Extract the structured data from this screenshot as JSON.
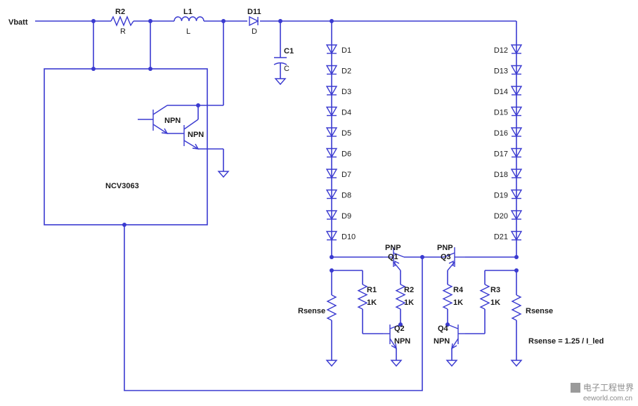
{
  "colors": {
    "wire": "#3a3ad0",
    "text": "#1a1a1a"
  },
  "labels": {
    "vbatt": "Vbatt",
    "r2_ref": "R2",
    "r2_val": "R",
    "l1_ref": "L1",
    "l1_val": "L",
    "d11_ref": "D11",
    "d11_val": "D",
    "c1_ref": "C1",
    "c1_val": "C",
    "npn_a": "NPN",
    "npn_b": "NPN",
    "ic_name": "NCV3063",
    "q1_type": "PNP",
    "q1_ref": "Q1",
    "q3_type": "PNP",
    "q3_ref": "Q3",
    "r1_ref": "R1",
    "r1_val": "1K",
    "r2b_ref": "R2",
    "r2b_val": "1K",
    "r4_ref": "R4",
    "r4_val": "1K",
    "r3_ref": "R3",
    "r3_val": "1K",
    "rsense_left": "Rsense",
    "rsense_right": "Rsense",
    "q2_ref": "Q2",
    "q2_type": "NPN",
    "q4_ref": "Q4",
    "q4_type": "NPN",
    "formula": "Rsense = 1.25 / I_led"
  },
  "left_string": [
    "D1",
    "D2",
    "D3",
    "D4",
    "D5",
    "D6",
    "D7",
    "D8",
    "D9",
    "D10"
  ],
  "right_string": [
    "D12",
    "D13",
    "D14",
    "D15",
    "D16",
    "D17",
    "D18",
    "D19",
    "D20",
    "D21"
  ],
  "watermark": {
    "brand": "电子工程世界",
    "url": "eeworld.com.cn"
  }
}
